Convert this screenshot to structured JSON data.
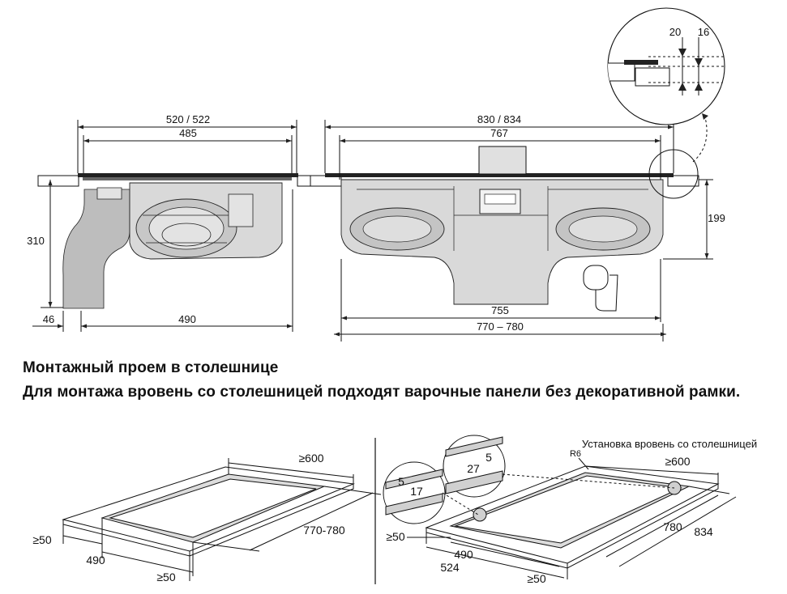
{
  "headings": {
    "title": "Монтажный проем в столешнице",
    "note": "Для монтажа вровень со столешницей подходят варочные панели без декоративной рамки."
  },
  "side_view": {
    "dims": {
      "overall_width": "520 / 522",
      "inner_width": "485",
      "height": "310",
      "offset": "46",
      "cutout": "490"
    }
  },
  "front_view": {
    "dims": {
      "overall_width": "830 / 834",
      "inner_width": "767",
      "depth": "199",
      "bottom_inner": "755",
      "bottom_outer": "770 – 780"
    }
  },
  "detail": {
    "dims": {
      "a": "20",
      "b": "16"
    }
  },
  "cutout_standard": {
    "dims": {
      "back": "≥600",
      "length": "770-780",
      "left": "≥50",
      "width": "490",
      "front": "≥50"
    }
  },
  "cutout_flush": {
    "caption": "Установка вровень со столешницей",
    "radius": "R6",
    "dims": {
      "back": "≥600",
      "inner_len": "780",
      "outer_len": "834",
      "left": "≥50",
      "inner_w": "490",
      "outer_w": "524",
      "front": "≥50"
    },
    "detail_a": {
      "v": "5",
      "h": "17"
    },
    "detail_b": {
      "v": "5",
      "h": "27"
    }
  }
}
